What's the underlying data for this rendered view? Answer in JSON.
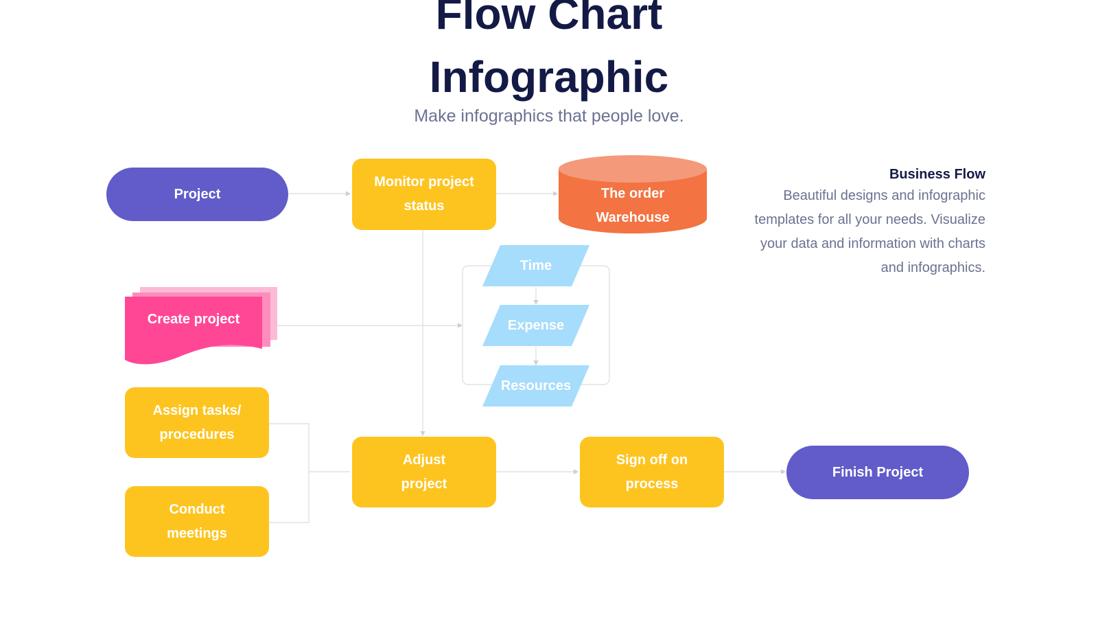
{
  "title_line1": "Flow Chart",
  "title_line2": "Infographic",
  "subtitle": "Make infographics that people love.",
  "colors": {
    "title": "#141a46",
    "purple": "#615cc9",
    "yellow": "#fdc420",
    "orange": "#f37342",
    "orange_top": "#f4997a",
    "pink": "#ff4796",
    "light_blue": "#a6dcfc",
    "connector": "#dcdcdc"
  },
  "nodes": {
    "project": "Project",
    "monitor": "Monitor project status",
    "warehouse": "The order Warehouse",
    "create": "Create project",
    "time": "Time",
    "expense": "Expense",
    "resources": "Resources",
    "assign": "Assign tasks/ procedures",
    "meetings": "Conduct meetings",
    "adjust": "Adjust project",
    "signoff": "Sign off on process",
    "finish": "Finish Project"
  },
  "business_flow": {
    "title": "Business Flow",
    "text": "Beautiful designs and infographic templates for all your needs. Visualize your data and information with charts and infographics."
  }
}
